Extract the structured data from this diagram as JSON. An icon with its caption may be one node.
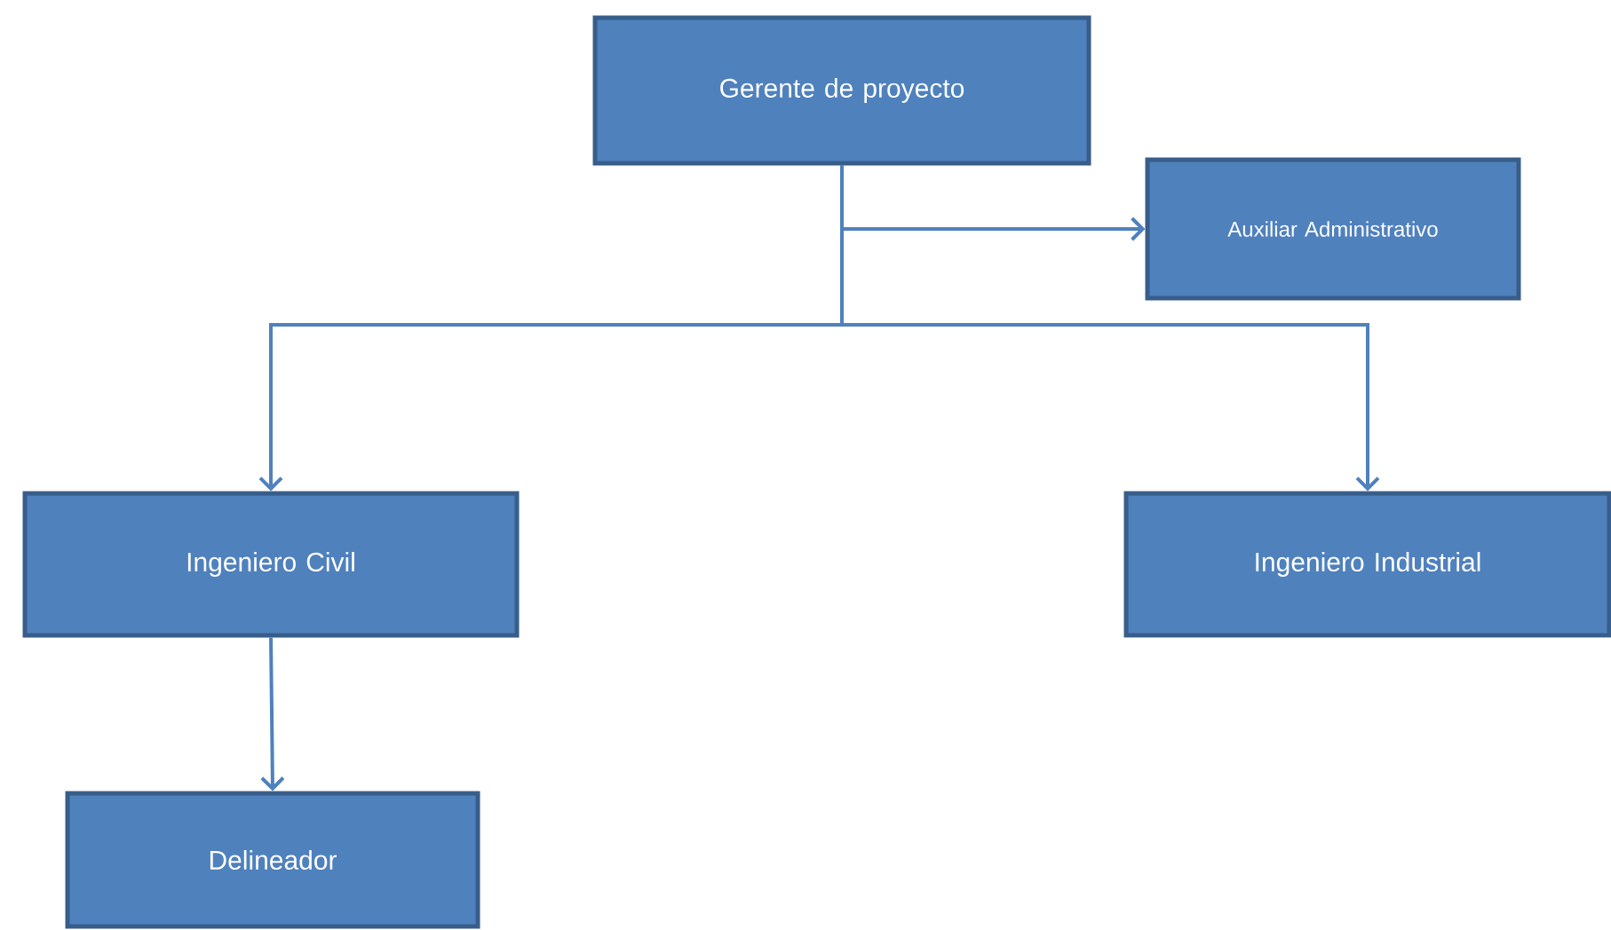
{
  "diagram": {
    "nodes": [
      {
        "text": [
          "Gerente de proyecto"
        ]
      },
      {
        "text": [
          "Auxiliar Administrativo"
        ]
      },
      {
        "text": [
          "Ingeniero Civil"
        ]
      },
      {
        "text": [
          "Ingeniero Industrial"
        ]
      },
      {
        "text": [
          "Delineador"
        ]
      }
    ],
    "edges": [
      {
        "from": 0,
        "to": 1,
        "arrow": "to"
      },
      {
        "from": 0,
        "to": 2,
        "arrow": "to"
      },
      {
        "from": 0,
        "to": 3,
        "arrow": "to"
      },
      {
        "from": 2,
        "to": 4,
        "arrow": "to"
      }
    ]
  }
}
